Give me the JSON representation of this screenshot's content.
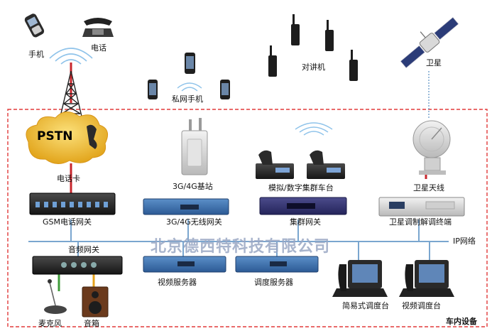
{
  "labels": {
    "mobile_phone": "手机",
    "telephone": "电话",
    "private_phone": "私网手机",
    "walkie_talkie": "对讲机",
    "satellite": "卫星",
    "pstn": "PSTN",
    "phone_card": "电话卡",
    "base_station": "3G/4G基站",
    "trunk_radio": "模拟/数字集群车台",
    "satellite_antenna": "卫星天线",
    "gsm_gateway": "GSM电话网关",
    "wireless_gateway": "3G/4G无线网关",
    "trunk_gateway": "集群网关",
    "satellite_modem": "卫星调制解调终端",
    "audio_gateway": "音频网关",
    "ip_network": "IP网络",
    "video_server": "视频服务器",
    "dispatch_server": "调度服务器",
    "simple_console": "简易式调度台",
    "video_console": "视频调度台",
    "microphone": "麦克风",
    "speaker": "音箱",
    "vehicle_equipment": "车内设备",
    "watermark": "北京德西特科技有限公司"
  },
  "colors": {
    "dash_border": "#e23a3a",
    "network_line": "#7aa6cf",
    "red_link": "#c8262c",
    "green_link": "#3f9b3a",
    "orange_link": "#e6a21a",
    "sat_link": "#7aa6cf"
  }
}
